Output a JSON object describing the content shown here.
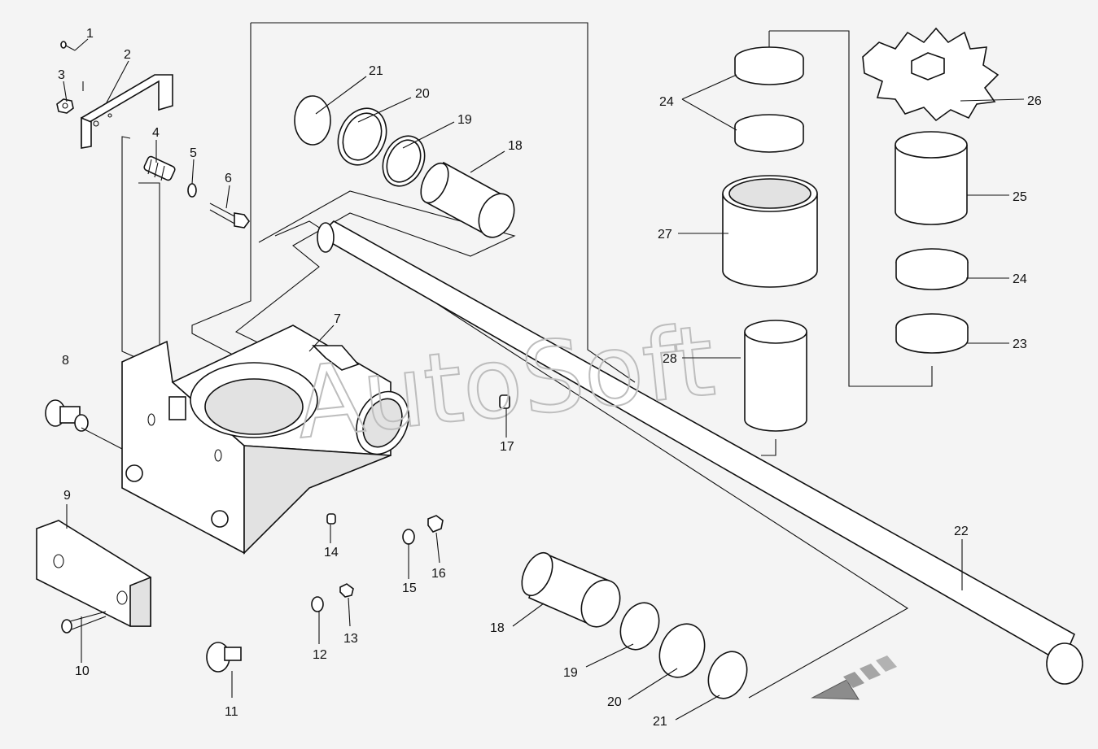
{
  "watermark": "AutoSoft",
  "callouts": {
    "c1": "1",
    "c2": "2",
    "c3": "3",
    "c4": "4",
    "c5": "5",
    "c6": "6",
    "c7": "7",
    "c8": "8",
    "c9": "9",
    "c10": "10",
    "c11": "11",
    "c12": "12",
    "c13": "13",
    "c14": "14",
    "c15": "15",
    "c16": "16",
    "c17": "17",
    "c18a": "18",
    "c18b": "18",
    "c19a": "19",
    "c19b": "19",
    "c20a": "20",
    "c20b": "20",
    "c21a": "21",
    "c21b": "21",
    "c22": "22",
    "c23": "23",
    "c24a": "24",
    "c24b": "24",
    "c25": "25",
    "c26": "26",
    "c27": "27",
    "c28": "28"
  },
  "colors": {
    "line": "#111111",
    "background": "#f4f4f4",
    "watermark": "#bdbdbd",
    "arrow": "#777777"
  }
}
